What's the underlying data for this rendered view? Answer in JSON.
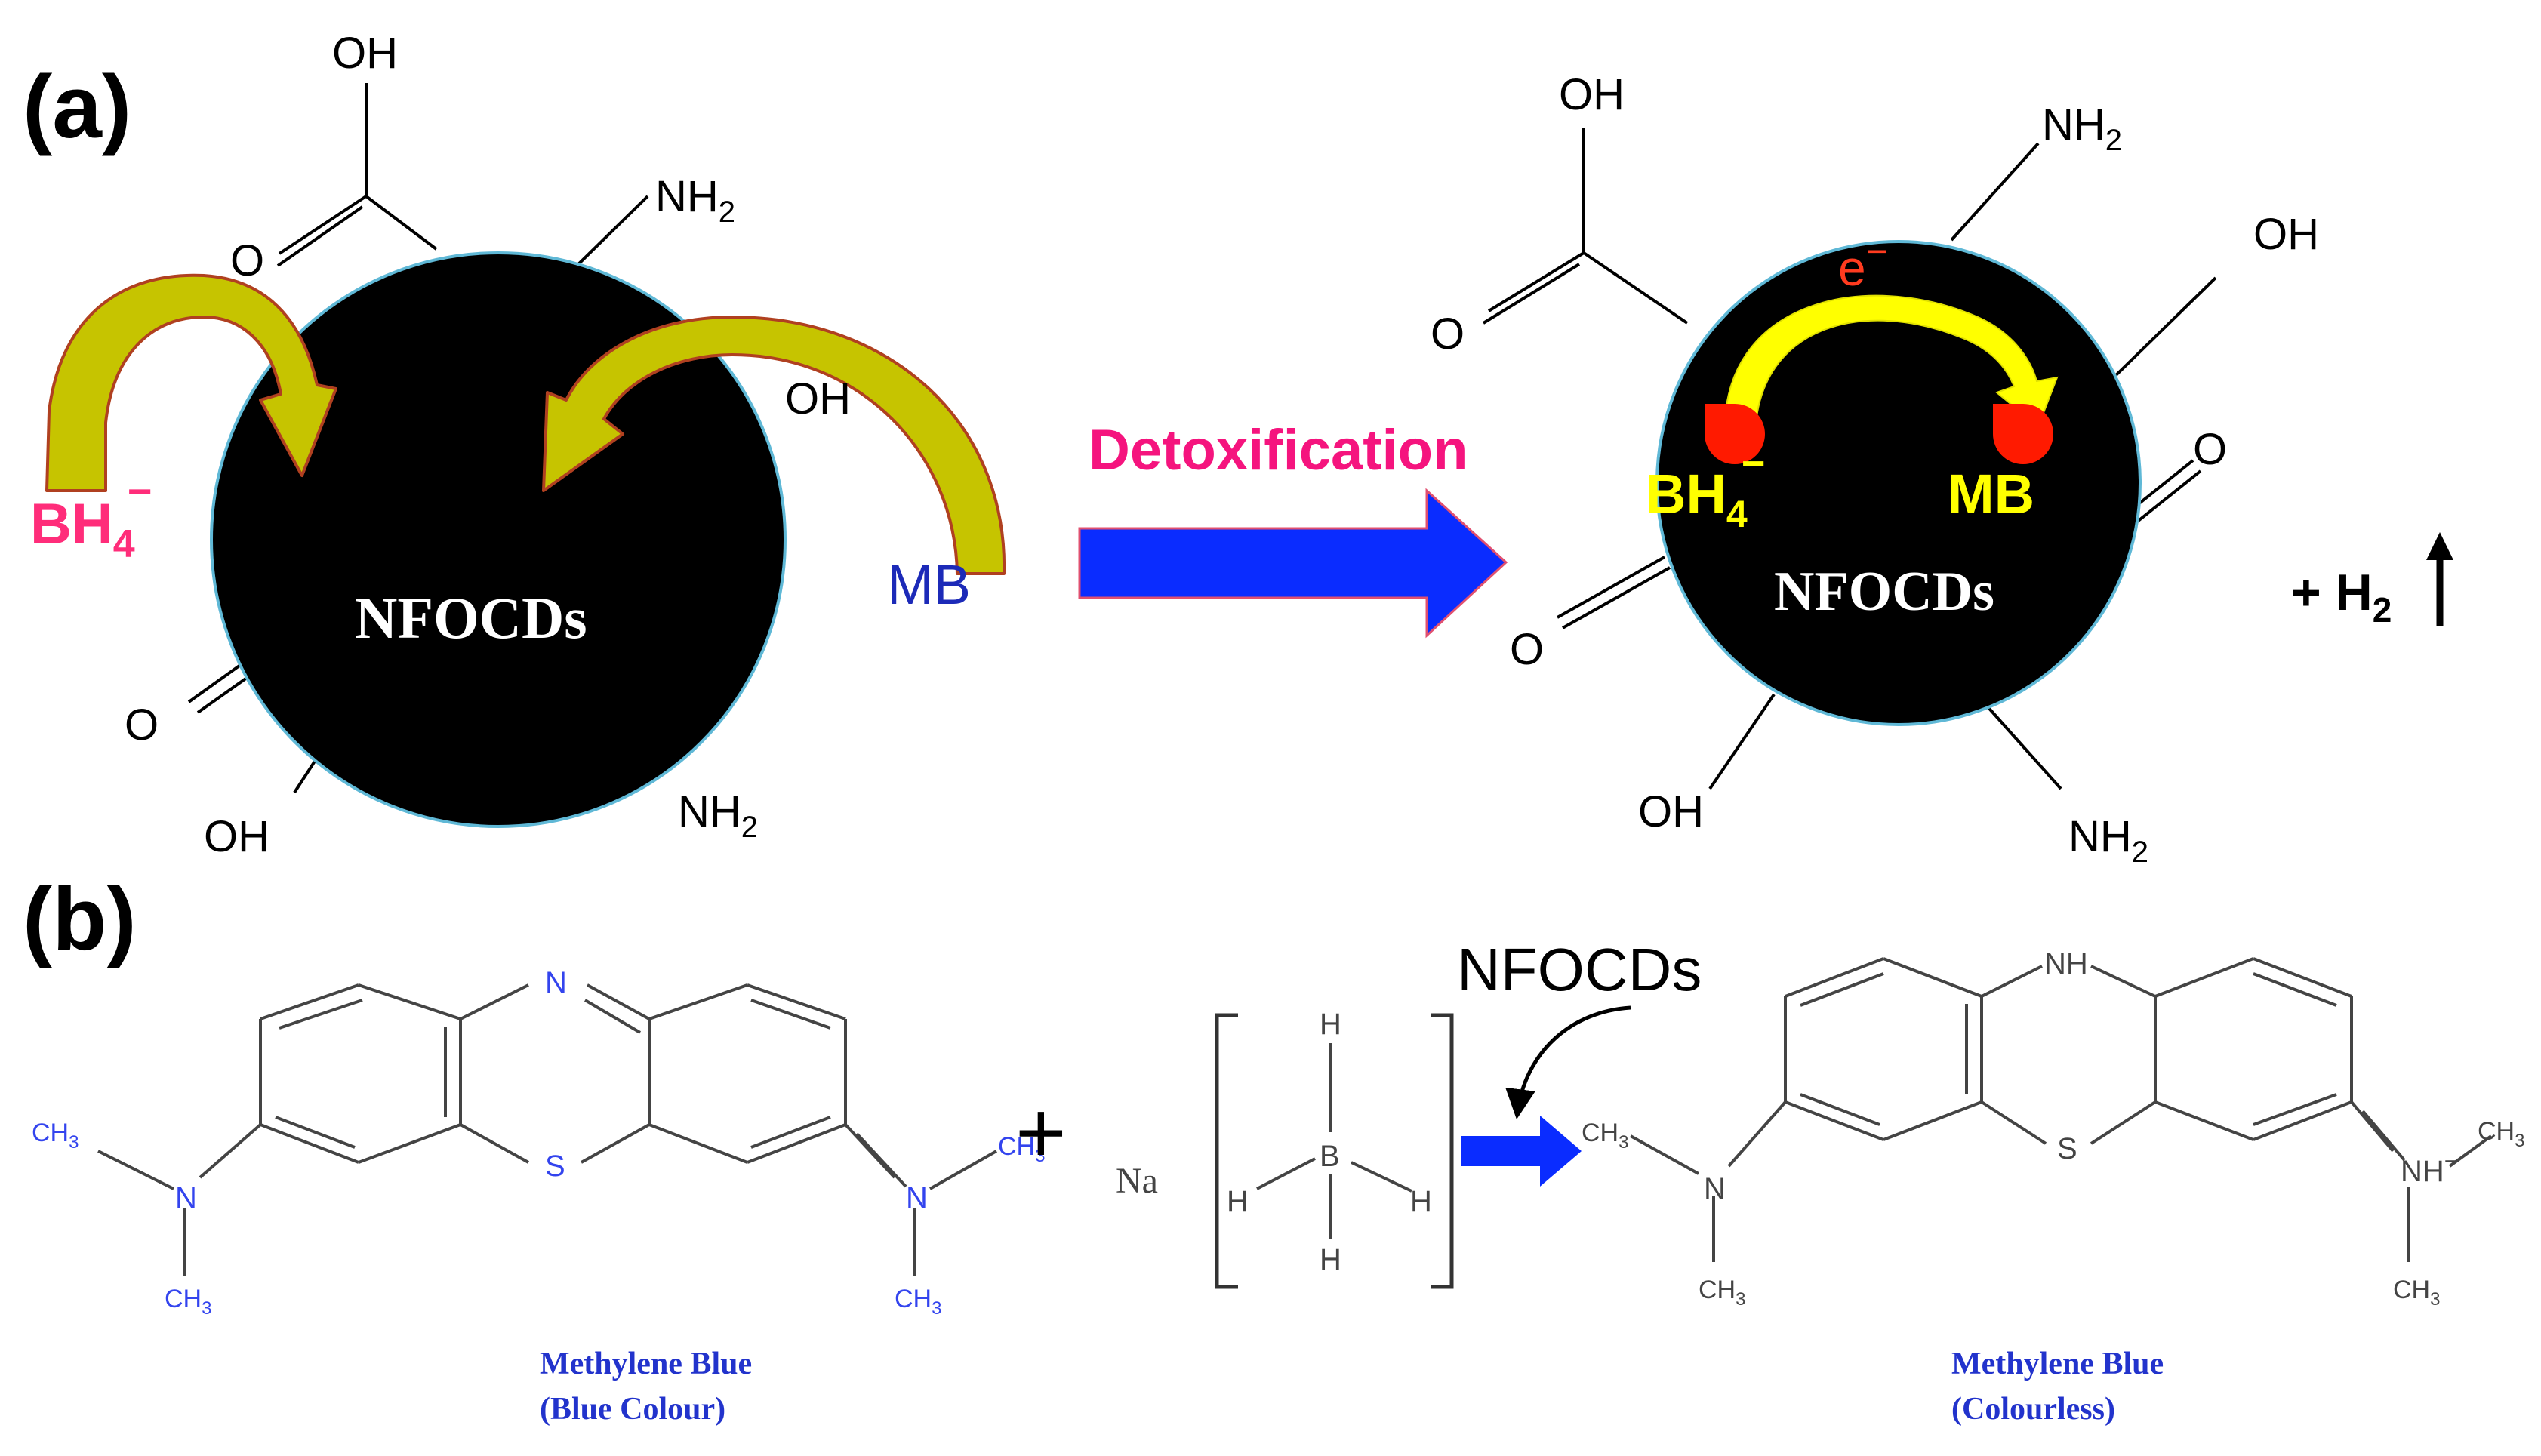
{
  "panel_a": {
    "label": "(a)",
    "left": {
      "particle_label": "NFOCDs",
      "reductant": "BH",
      "reductant_sub": "4",
      "reductant_sup": "−",
      "dye": "MB",
      "groups": {
        "oh_top": "OH",
        "o_carbonyl_top": "O",
        "nh2_top": "NH",
        "oh_right": "OH",
        "o_bottom_left": "O",
        "oh_bottom": "OH",
        "nh2_bottom": "NH"
      },
      "sub2": "2"
    },
    "process": "Detoxification",
    "right": {
      "particle_label": "NFOCDs",
      "electron": "e",
      "electron_sup": "−",
      "reductant": "BH",
      "reductant_sub": "4",
      "reductant_sup": "−",
      "dye": "MB",
      "groups": {
        "oh_top": "OH",
        "o_carbonyl_top": "O",
        "nh2_top": "NH",
        "oh_right": "OH",
        "o_right": "O",
        "o_left": "O",
        "oh_bottom": "OH",
        "nh2_bottom": "NH"
      },
      "sub2": "2",
      "byproduct": "+ H",
      "byproduct_sub": "2"
    }
  },
  "panel_b": {
    "label": "(b)",
    "mb_left": {
      "n_top": "N",
      "s": "S",
      "n_left": "N",
      "n_right": "N",
      "ch": "CH",
      "ch_sub": "3",
      "name": "Methylene Blue",
      "state": "(Blue Colour)"
    },
    "plus": "+",
    "sodium": "Na",
    "borohydride": {
      "b": "B",
      "h": "H"
    },
    "catalyst": "NFOCDs",
    "mb_right": {
      "nh_top": "NH",
      "s": "S",
      "n_left": "N",
      "nh_right": "NH",
      "nh_right_sup": "−",
      "ch": "CH",
      "ch_sub": "3",
      "name": "Methylene Blue",
      "state": "(Colourless)"
    }
  },
  "colors": {
    "particle": "#000000",
    "particle_rim": "#5fb8d6",
    "curl_fill": "#c6c400",
    "curl_edge": "#b04020",
    "reductant_pink": "#ff2d7a",
    "dye_blue": "#1c2ab8",
    "process_pink": "#f5147e",
    "process_arrow": "#0a2cff",
    "electron_red": "#ff3b1f",
    "site_red": "#ff1a00",
    "yellow": "#ffff00",
    "label_blue": "#2233cc",
    "atom_blue": "#3344ee"
  }
}
